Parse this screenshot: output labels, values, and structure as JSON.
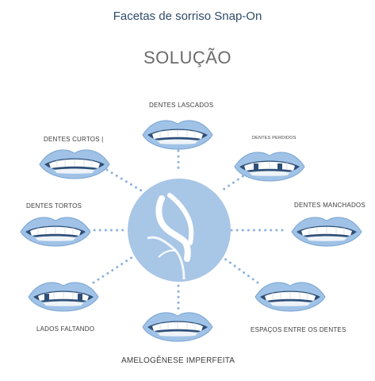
{
  "header": {
    "title": "Facetas de sorriso Snap-On",
    "subtitle": "SOLUÇÃO"
  },
  "labels": {
    "lascados": "DENTES LASCADOS",
    "curtos": "DENTES CURTOS |",
    "perdidos": "DENTES PERDIDOS",
    "tortos": "DENTES TORTOS",
    "manchados": "DENTES MANCHADOS",
    "faltando": "LADOS FALTANDO",
    "espacos": "ESPAÇOS ENTRE OS DENTES",
    "amelogenese": "AMELOGÊNESE IMPERFEITA"
  },
  "colors": {
    "lip": "#9fc2e6",
    "lip_dark": "#6f9bcb",
    "center": "#a8c6e6",
    "dots": "#8fb3dc"
  }
}
